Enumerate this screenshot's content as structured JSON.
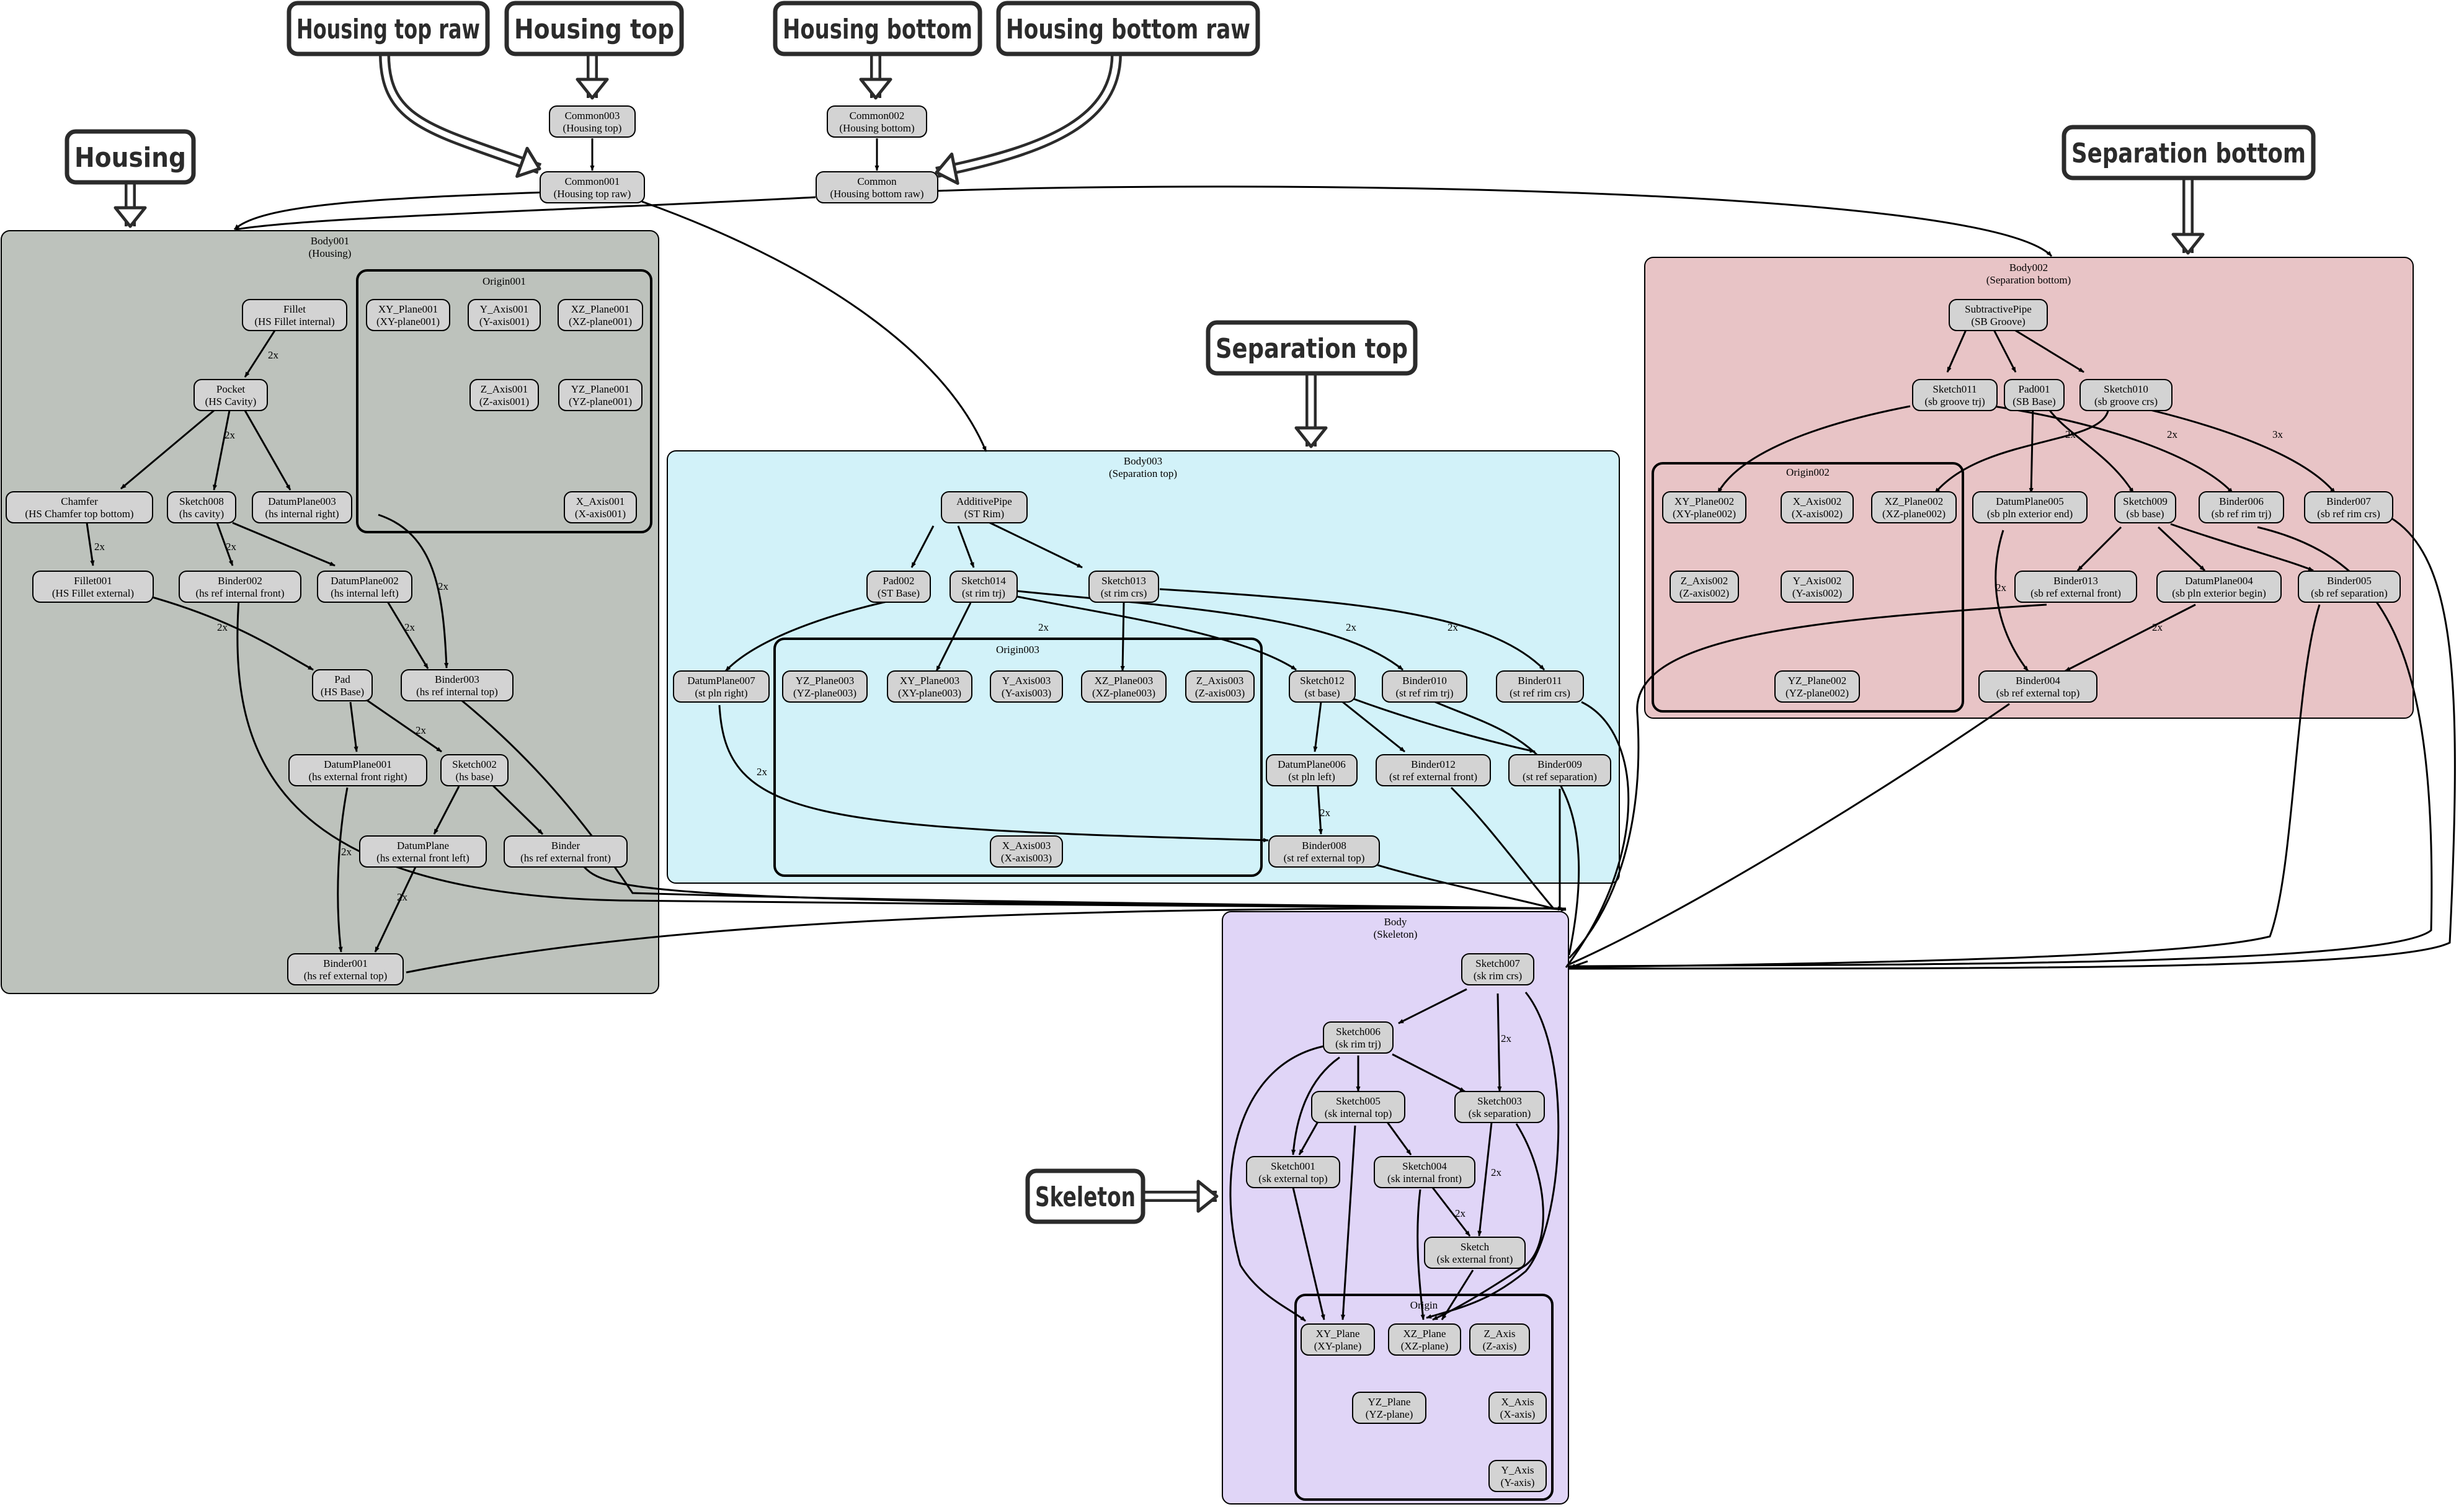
{
  "colors": {
    "housing_bg": "#bdc2bc",
    "separation_top_bg": "#d2f2f9",
    "separation_bottom_bg": "#e8c4c6",
    "skeleton_bg": "#e0d5f7",
    "node_fill": "#d3d3d3",
    "edge": "#000000"
  },
  "callouts": {
    "housing_top_raw": "Housing top raw",
    "housing_top": "Housing top",
    "housing_bottom": "Housing bottom",
    "housing_bottom_raw": "Housing bottom raw",
    "housing": "Housing",
    "separation_bottom": "Separation bottom",
    "separation_top": "Separation top",
    "skeleton": "Skeleton"
  },
  "clusters": {
    "body001": {
      "title": "Body001",
      "subtitle": "(Housing)"
    },
    "origin001": {
      "title": "Origin001"
    },
    "body003": {
      "title": "Body003",
      "subtitle": "(Separation top)"
    },
    "origin003": {
      "title": "Origin003"
    },
    "body002": {
      "title": "Body002",
      "subtitle": "(Separation bottom)"
    },
    "origin002": {
      "title": "Origin002"
    },
    "body": {
      "title": "Body",
      "subtitle": "(Skeleton)"
    },
    "origin": {
      "title": "Origin"
    }
  },
  "nodes": {
    "common003": {
      "name": "Common003",
      "label": "(Housing top)"
    },
    "common001": {
      "name": "Common001",
      "label": "(Housing top raw)"
    },
    "common002": {
      "name": "Common002",
      "label": "(Housing bottom)"
    },
    "common": {
      "name": "Common",
      "label": "(Housing bottom raw)"
    },
    "fillet": {
      "name": "Fillet",
      "label": "(HS Fillet internal)"
    },
    "pocket": {
      "name": "Pocket",
      "label": "(HS Cavity)"
    },
    "chamfer": {
      "name": "Chamfer",
      "label": "(HS Chamfer top bottom)"
    },
    "sketch008": {
      "name": "Sketch008",
      "label": "(hs cavity)"
    },
    "datumplane003": {
      "name": "DatumPlane003",
      "label": "(hs internal right)"
    },
    "fillet001": {
      "name": "Fillet001",
      "label": "(HS Fillet external)"
    },
    "binder002": {
      "name": "Binder002",
      "label": "(hs ref internal front)"
    },
    "datumplane002": {
      "name": "DatumPlane002",
      "label": "(hs internal left)"
    },
    "pad": {
      "name": "Pad",
      "label": "(HS Base)"
    },
    "binder003": {
      "name": "Binder003",
      "label": "(hs ref internal top)"
    },
    "datumplane001": {
      "name": "DatumPlane001",
      "label": "(hs external front right)"
    },
    "sketch002": {
      "name": "Sketch002",
      "label": "(hs base)"
    },
    "datumplane": {
      "name": "DatumPlane",
      "label": "(hs external front left)"
    },
    "binder": {
      "name": "Binder",
      "label": "(hs ref external front)"
    },
    "binder001": {
      "name": "Binder001",
      "label": "(hs ref external top)"
    },
    "xy_plane001": {
      "name": "XY_Plane001",
      "label": "(XY-plane001)"
    },
    "y_axis001": {
      "name": "Y_Axis001",
      "label": "(Y-axis001)"
    },
    "xz_plane001": {
      "name": "XZ_Plane001",
      "label": "(XZ-plane001)"
    },
    "z_axis001": {
      "name": "Z_Axis001",
      "label": "(Z-axis001)"
    },
    "yz_plane001": {
      "name": "YZ_Plane001",
      "label": "(YZ-plane001)"
    },
    "x_axis001": {
      "name": "X_Axis001",
      "label": "(X-axis001)"
    },
    "additivepipe": {
      "name": "AdditivePipe",
      "label": "(ST Rim)"
    },
    "pad002": {
      "name": "Pad002",
      "label": "(ST Base)"
    },
    "sketch014": {
      "name": "Sketch014",
      "label": "(st rim trj)"
    },
    "sketch013": {
      "name": "Sketch013",
      "label": "(st rim crs)"
    },
    "datumplane007": {
      "name": "DatumPlane007",
      "label": "(st pln right)"
    },
    "yz_plane003": {
      "name": "YZ_Plane003",
      "label": "(YZ-plane003)"
    },
    "xy_plane003": {
      "name": "XY_Plane003",
      "label": "(XY-plane003)"
    },
    "y_axis003": {
      "name": "Y_Axis003",
      "label": "(Y-axis003)"
    },
    "xz_plane003": {
      "name": "XZ_Plane003",
      "label": "(XZ-plane003)"
    },
    "z_axis003": {
      "name": "Z_Axis003",
      "label": "(Z-axis003)"
    },
    "x_axis003": {
      "name": "X_Axis003",
      "label": "(X-axis003)"
    },
    "sketch012": {
      "name": "Sketch012",
      "label": "(st base)"
    },
    "binder010": {
      "name": "Binder010",
      "label": "(st ref rim trj)"
    },
    "binder011": {
      "name": "Binder011",
      "label": "(st ref rim crs)"
    },
    "datumplane006": {
      "name": "DatumPlane006",
      "label": "(st pln left)"
    },
    "binder012": {
      "name": "Binder012",
      "label": "(st ref external front)"
    },
    "binder009": {
      "name": "Binder009",
      "label": "(st ref separation)"
    },
    "binder008": {
      "name": "Binder008",
      "label": "(st ref external top)"
    },
    "subtractivepipe": {
      "name": "SubtractivePipe",
      "label": "(SB Groove)"
    },
    "sketch011": {
      "name": "Sketch011",
      "label": "(sb groove trj)"
    },
    "pad001": {
      "name": "Pad001",
      "label": "(SB Base)"
    },
    "sketch010": {
      "name": "Sketch010",
      "label": "(sb groove crs)"
    },
    "xy_plane002": {
      "name": "XY_Plane002",
      "label": "(XY-plane002)"
    },
    "x_axis002": {
      "name": "X_Axis002",
      "label": "(X-axis002)"
    },
    "xz_plane002": {
      "name": "XZ_Plane002",
      "label": "(XZ-plane002)"
    },
    "z_axis002": {
      "name": "Z_Axis002",
      "label": "(Z-axis002)"
    },
    "y_axis002": {
      "name": "Y_Axis002",
      "label": "(Y-axis002)"
    },
    "yz_plane002": {
      "name": "YZ_Plane002",
      "label": "(YZ-plane002)"
    },
    "datumplane005": {
      "name": "DatumPlane005",
      "label": "(sb pln exterior end)"
    },
    "sketch009": {
      "name": "Sketch009",
      "label": "(sb base)"
    },
    "binder006": {
      "name": "Binder006",
      "label": "(sb ref rim trj)"
    },
    "binder007": {
      "name": "Binder007",
      "label": "(sb ref rim crs)"
    },
    "binder013": {
      "name": "Binder013",
      "label": "(sb ref external front)"
    },
    "datumplane004": {
      "name": "DatumPlane004",
      "label": "(sb pln exterior begin)"
    },
    "binder005": {
      "name": "Binder005",
      "label": "(sb ref separation)"
    },
    "binder004": {
      "name": "Binder004",
      "label": "(sb ref external top)"
    },
    "sketch007": {
      "name": "Sketch007",
      "label": "(sk rim crs)"
    },
    "sketch006": {
      "name": "Sketch006",
      "label": "(sk rim trj)"
    },
    "sketch005": {
      "name": "Sketch005",
      "label": "(sk internal top)"
    },
    "sketch003": {
      "name": "Sketch003",
      "label": "(sk separation)"
    },
    "sketch001": {
      "name": "Sketch001",
      "label": "(sk external top)"
    },
    "sketch004": {
      "name": "Sketch004",
      "label": "(sk internal front)"
    },
    "sketch": {
      "name": "Sketch",
      "label": "(sk external front)"
    },
    "xy_plane": {
      "name": "XY_Plane",
      "label": "(XY-plane)"
    },
    "xz_plane": {
      "name": "XZ_Plane",
      "label": "(XZ-plane)"
    },
    "z_axis": {
      "name": "Z_Axis",
      "label": "(Z-axis)"
    },
    "yz_plane": {
      "name": "YZ_Plane",
      "label": "(YZ-plane)"
    },
    "x_axis": {
      "name": "X_Axis",
      "label": "(X-axis)"
    },
    "y_axis": {
      "name": "Y_Axis",
      "label": "(Y-axis)"
    }
  },
  "edge_labels": {
    "e_fillet_pocket": "2x",
    "e_pocket_sketch008": "2x",
    "e_chamfer_fillet001": "2x",
    "e_sketch008_binder002": "2x",
    "e_dp003_binder003": "2x",
    "e_fillet001_pad": "2x",
    "e_dp002_binder003": "2x",
    "e_pad_sketch002": "2x",
    "e_dp001_binder001": "2x",
    "e_datumplane_binder001": "2x",
    "e_sketch014_sketch012": "2x",
    "e_sketch014_binder010": "2x",
    "e_sketch013_binder011": "2x",
    "e_dp007_binder008": "2x",
    "e_dp006_binder008": "2x",
    "e_pad001_sketch009": "2x",
    "e_sketch011_binder006": "2x",
    "e_sketch010_binder007": "3x",
    "e_dp005_binder004": "2x",
    "e_dp004_binder004": "2x",
    "e_sketch007_sketch003": "2x",
    "e_sketch004_sketch": "2x",
    "e_sketch003_sketch": "2x"
  }
}
